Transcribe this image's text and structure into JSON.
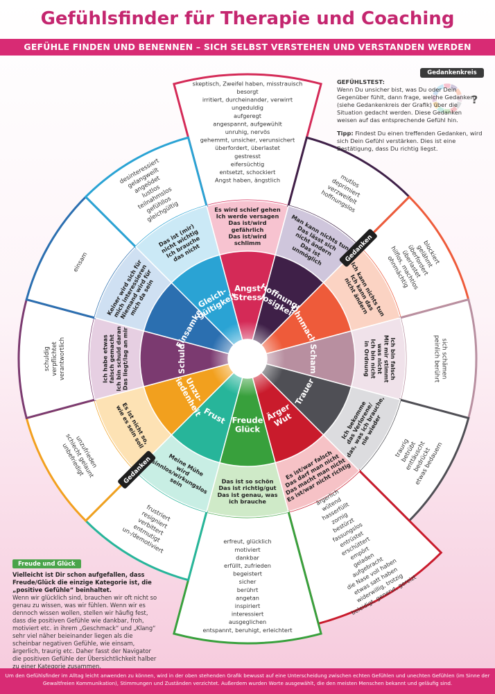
{
  "title": "Gefühlsfinder für Therapie und Coaching",
  "subtitle": "GEFÜHLE FINDEN UND BENENNEN – SICH SELBST VERSTEHEN UND VERSTANDEN WERDEN",
  "gedankenkreis_label": "Gedankenkreis",
  "question_mark": "?",
  "gedanken_tag": "Gedanken",
  "info": {
    "heading": "GEFÜHLSTEST:",
    "text": "Wenn Du unsicher bist, was Du oder Dein Gegenüber fühlt, dann frage, welche Gedanken (siehe Gedankenkreis der Grafik) über die Situation gedacht werden. Diese Gedanken weisen auf das entsprechende Gefühl hin.",
    "tip_label": "Tipp:",
    "tip_text": "Findest Du einen treffenden Gedanken, wird sich Dein Gefühl verstärken. Dies ist eine Bestätigung, dass Du richtig liegst."
  },
  "freude_box": {
    "tag": "Freude und Glück",
    "bold": "Vielleicht ist Dir schon aufgefallen, dass Freude/Glück die einzige Kategorie ist, die „positive Gefühle“ beinhaltet.",
    "text": "Wenn wir glücklich sind, brauchen wir oft nicht so genau zu wissen, was wir fühlen. Wenn wir es dennoch wissen wollen, stellen wir häufig fest, dass die positiven Gefühle wie dankbar, froh, motiviert etc. in ihrem „Geschmack“ und „Klang“ sehr viel näher beieinander liegen als die scheinbar negativen Gefühle, wie einsam, ärgerlich, traurig etc. Daher fasst der Navigator die positiven Gefühle der Übersichtlichkeit halber zu einer Kategorie zusammen."
  },
  "footer": "Um den Gefühlsfinder im Alltag leicht anwenden zu können, wird in der oben stehenden Grafik bewusst auf eine Unterscheidung zwischen echten Gefühlen und unechten Gefühlen (im Sinne der Gewaltfreien Kommunikation), Stimmungen und Zuständen verzichtet. Außerdem wurden Worte ausgewählt, die den meisten Menschen bekannt und geläufig sind.",
  "sectors": [
    {
      "name": "Angst\nStress",
      "color": "#d42a57",
      "light": "#f7c3d0",
      "thought": [
        "Es wird schief gehen",
        "Ich werde versagen",
        "Das ist/wird",
        "gefährlich",
        "Das ist/wird",
        "schlimm"
      ],
      "feelings": [
        "skeptisch, Zweifel haben, misstrauisch",
        "besorgt",
        "irritiert, durcheinander, verwirrt",
        "ungeduldig",
        "aufgeregt",
        "angespannt, aufgewühlt",
        "unruhig, nervös",
        "gehemmt, unsicher, verunsichert",
        "überfordert, überlastet",
        "gestresst",
        "eifersüchtig",
        "entsetzt, schockiert",
        "Angst haben, ängstlich"
      ]
    },
    {
      "name": "Hoffnungs-\nlosigkeit",
      "color": "#3f2048",
      "light": "#cfc6dc",
      "thought": [
        "Man kann nichts tun",
        "Das lässt sich",
        "nicht ändern",
        "Das ist",
        "unmöglich"
      ],
      "feelings": [
        "mutlos",
        "deprimiert",
        "verzweifelt",
        "hoffnungslos"
      ]
    },
    {
      "name": "Ohnmacht",
      "color": "#ee5b3a",
      "light": "#fbd3c3",
      "thought": [
        "Ich kann nichts tun",
        "Ich kann das",
        "nicht ändern"
      ],
      "feelings": [
        "blockiert",
        "gelähmt",
        "überfordert",
        "überlastet",
        "hilflos, machtlos",
        "ohnmächtig"
      ]
    },
    {
      "name": "Scham",
      "color": "#b88fa0",
      "light": "#f0e2ea",
      "thought": [
        "Ich bin falsch",
        "Mit mir stimmt",
        "was nicht",
        "Ich bin nicht",
        "in Ordnung"
      ],
      "feelings": [
        "sich schämen",
        "peinlich berührt"
      ]
    },
    {
      "name": "Trauer",
      "color": "#4f4f55",
      "light": "#dcdcdf",
      "thought": [
        "Ich bekomme",
        "das Verlorene/",
        "das, was ich brauche,",
        "nie wieder"
      ],
      "feelings": [
        "traurig",
        "betrübt",
        "enttäuscht",
        "bedrückt",
        "etwas bedauern"
      ]
    },
    {
      "name": "Ärger\nWut",
      "color": "#c91b2c",
      "light": "#f6c2c6",
      "thought": [
        "Es ist/war falsch",
        "Das darf man nicht",
        "Das macht man nicht",
        "Es ist/war nicht richtig"
      ],
      "feelings": [
        "ärgerlich",
        "wütend",
        "hasserfüllt",
        "zornig",
        "bestürzt",
        "fassungslos",
        "entrüstet",
        "erschüttert",
        "empört",
        "geladen",
        "aufgebracht",
        "die Nase voll haben",
        "etwas satt haben",
        "widerwillig, trotzig",
        "beleidigt, genervt, gereizt"
      ]
    },
    {
      "name": "Freude\nGlück",
      "color": "#38a03c",
      "light": "#cfeac8",
      "thought": [
        "Das ist so schön",
        "Das ist richtig/gut",
        "Das ist genau, was",
        "ich brauche"
      ],
      "feelings": [
        "erfreut, glücklich",
        "motiviert",
        "dankbar",
        "erfüllt, zufrieden",
        "begeistert",
        "sicher",
        "berührt",
        "angetan",
        "inspiriert",
        "interessiert",
        "ausgeglichen",
        "entspannt, beruhigt, erleichtert"
      ]
    },
    {
      "name": "Frust",
      "color": "#27b59a",
      "light": "#c8eee4",
      "thought": [
        "Meine Mühe",
        "wird",
        "sinnlos/wirkungslos",
        "sein"
      ],
      "feelings": [
        "frustriert",
        "resigniert",
        "verbittert",
        "entmutigt",
        "un-/demotiviert"
      ]
    },
    {
      "name": "Unzu-\nfriedenheit",
      "color": "#f2a01e",
      "light": "#fde2b4",
      "thought": [
        "Es ist nicht so,",
        "wie es sein soll"
      ],
      "feelings": [
        "unzufrieden",
        "schlecht gelaunt",
        "unbefriedigt"
      ]
    },
    {
      "name": "Schuld",
      "color": "#7b3a70",
      "light": "#e6cfe2",
      "thought": [
        "Ich habe etwas",
        "falsch gemacht",
        "Ich bin schuld daran",
        "Das liegt/lag an mir"
      ],
      "feelings": [
        "schuldig",
        "verpflichtet",
        "verantwortlich"
      ]
    },
    {
      "name": "Einsamkeit",
      "color": "#2b6fb0",
      "light": "#cfe0f2",
      "thought": [
        "Keiner wird sich für",
        "mich interessieren",
        "Niemand wird für",
        "mich da sein"
      ],
      "feelings": [
        "einsam"
      ]
    },
    {
      "name": "Gleich-\ngültigkeit",
      "color": "#2aa3d4",
      "light": "#cbe9f6",
      "thought": [
        "Das ist (mir)",
        "nicht wichtig",
        "Ich brauche",
        "das nicht"
      ],
      "feelings": [
        "desinteressiert",
        "gelangweilt",
        "angeödet",
        "lustlos",
        "teilnahmslos",
        "gefühllos",
        "gleichgültig"
      ]
    }
  ]
}
